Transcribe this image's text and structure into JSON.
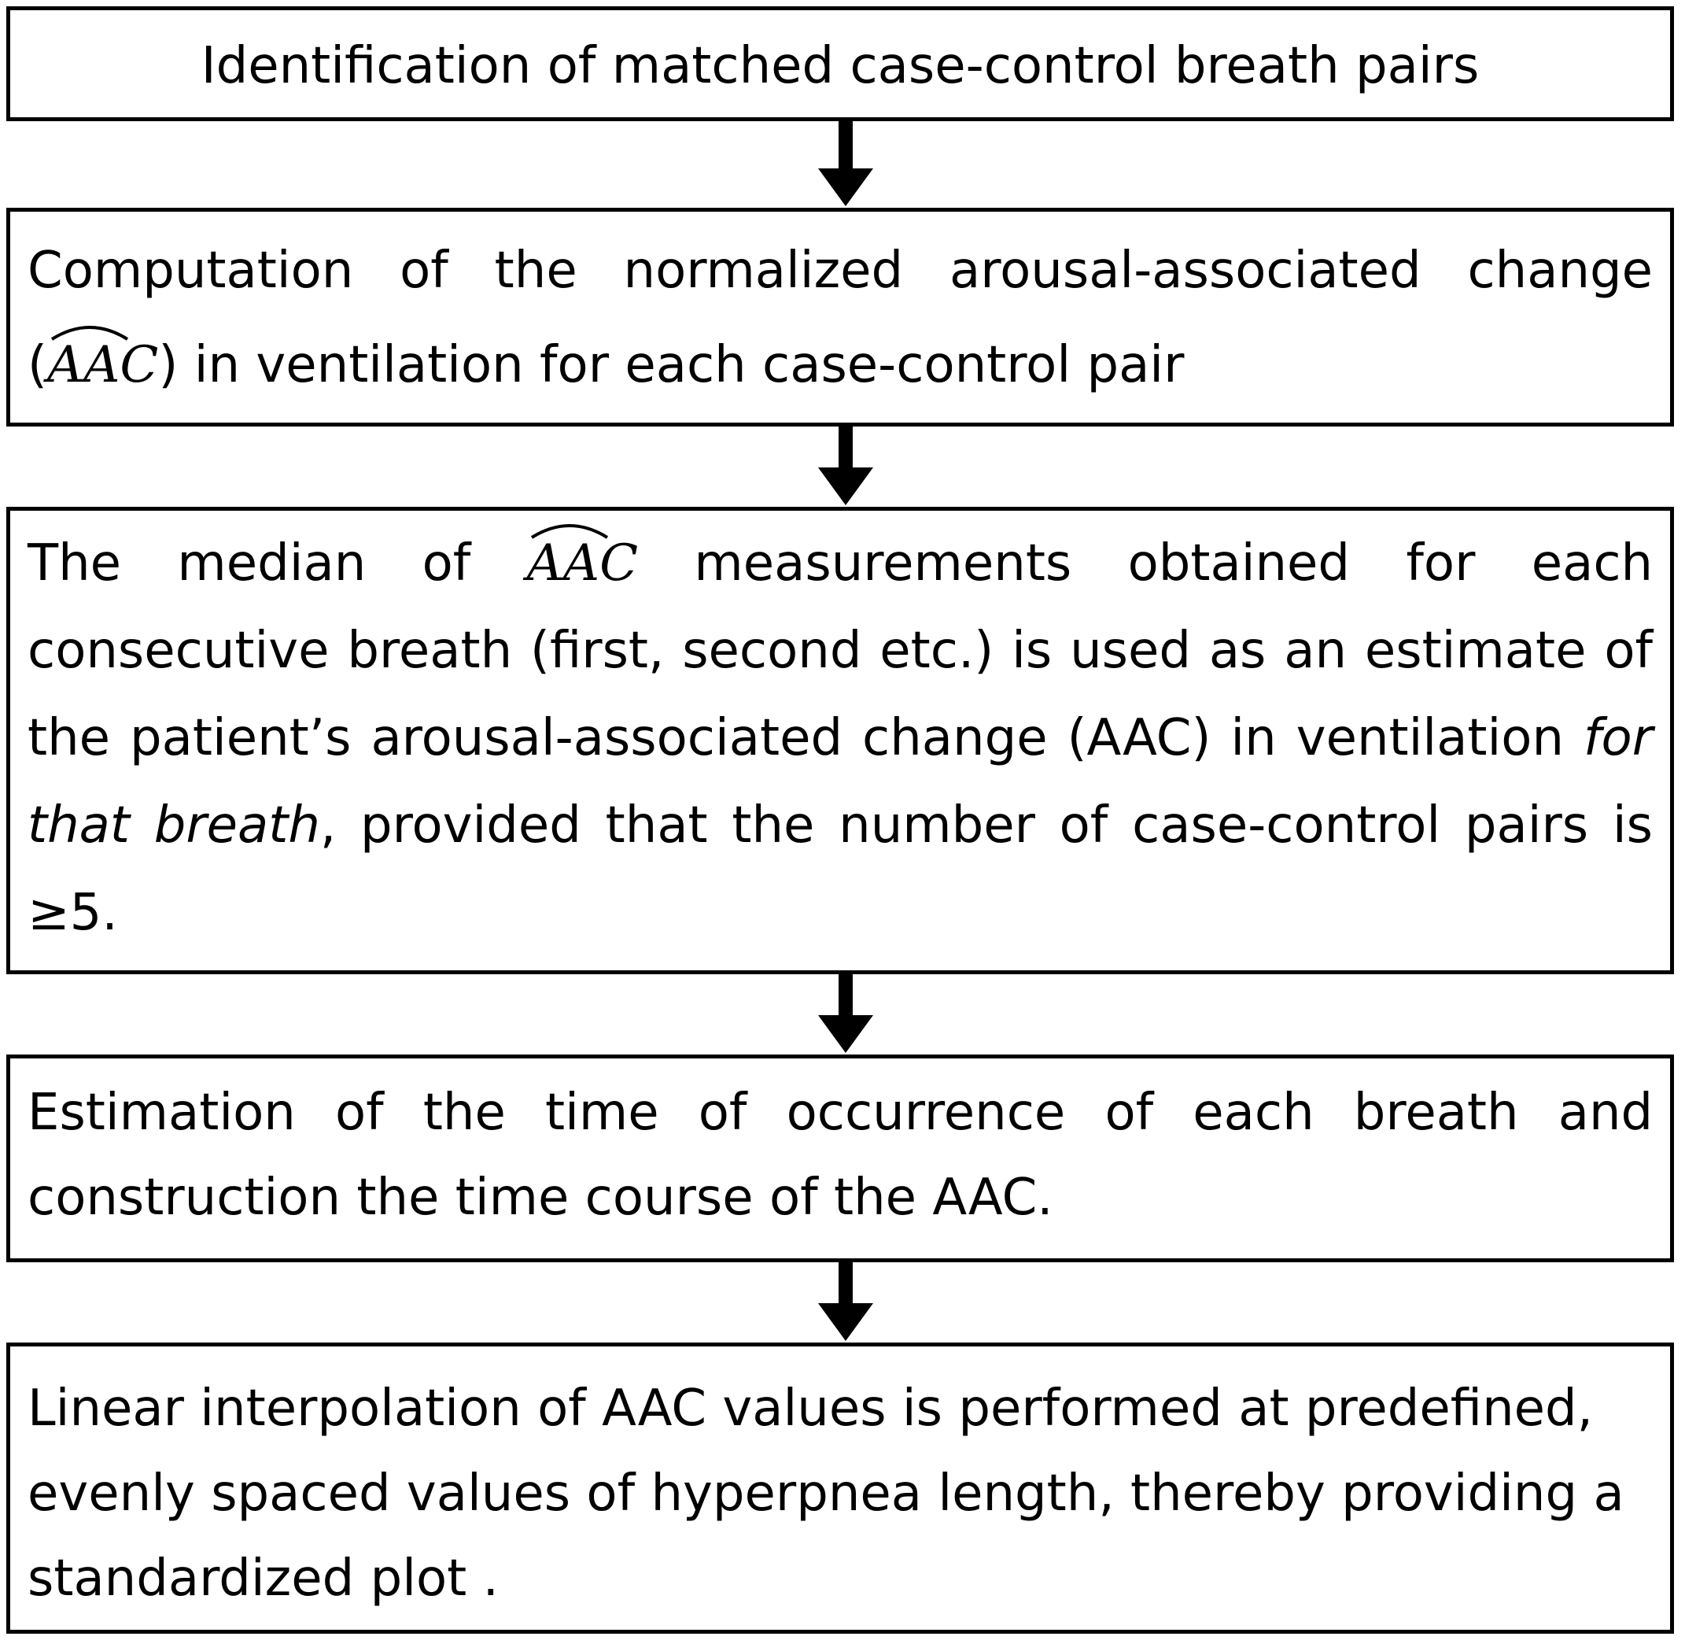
{
  "steps": [
    {
      "lines": [
        "Identification of matched case-control breath pairs"
      ]
    },
    {
      "line1_words": [
        "Computation",
        "of",
        "the",
        "normalized",
        "arousal-associated",
        "change"
      ],
      "line2_open": "(",
      "line2_math": "AAC",
      "line2_rest": ") in ventilation for each case-control pair"
    },
    {
      "line1_words": [
        "The",
        "median",
        "of",
        "AAC",
        "measurements",
        "obtained",
        "for",
        "each"
      ],
      "line2": "consecutive breath (first, second etc.) is used as an estimate of",
      "line3_plain": "the patient’s arousal-associated change (AAC) in ventilation",
      "line3_italic": "for",
      "line4_italic": "that breath",
      "line4_rest": ", provided that the number of case-control pairs is",
      "line5": "≥5."
    },
    {
      "line1_words": [
        "Estimation",
        "of",
        "the",
        "time",
        "of",
        "occurrence",
        "of",
        "each",
        "breath",
        "and"
      ],
      "line2": "construction the time course of the AAC."
    },
    {
      "lines": [
        "Linear interpolation of AAC values is performed at predefined,",
        "evenly spaced values of hyperpnea length, thereby providing a",
        "standardized plot ."
      ]
    }
  ]
}
